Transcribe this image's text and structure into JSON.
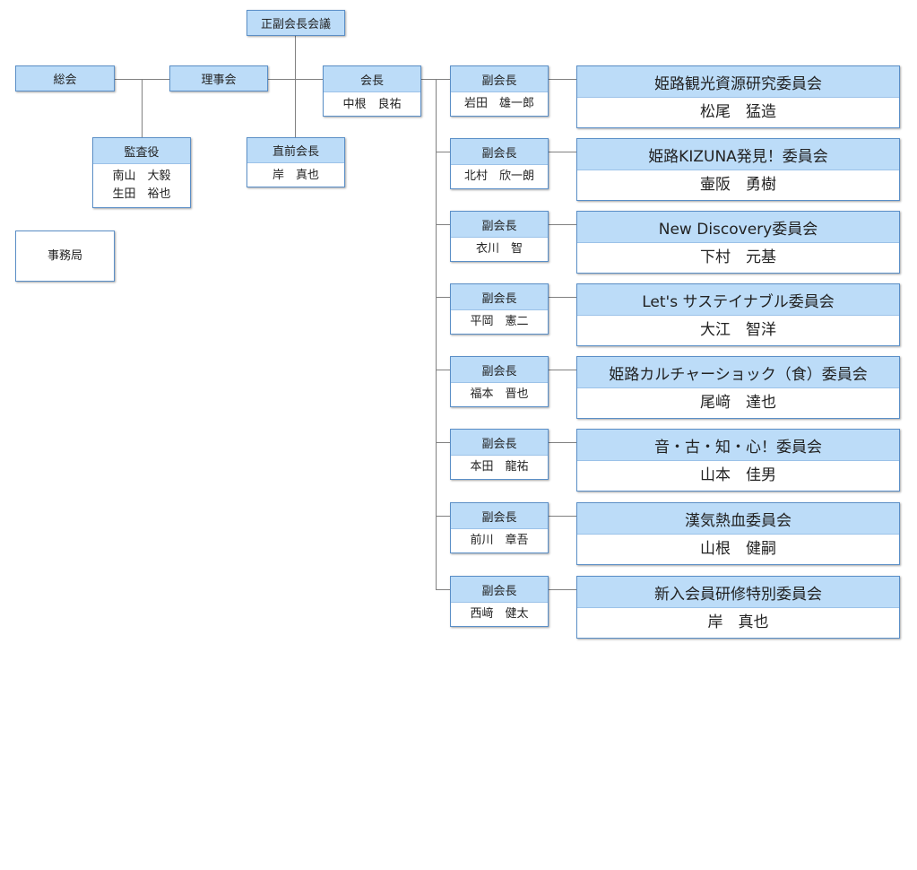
{
  "assembly": "正副会長会議",
  "general_meeting": "総会",
  "board": "理事会",
  "president": {
    "title": "会長",
    "name": "中根　良祐"
  },
  "auditor": {
    "title": "監査役",
    "names": [
      "南山　大毅",
      "生田　裕也"
    ]
  },
  "past_president": {
    "title": "直前会長",
    "name": "岸　真也"
  },
  "secretariat": "事務局",
  "vice_presidents": [
    {
      "title": "副会長",
      "name": "岩田　雄一郎",
      "committee": "姫路観光資源研究委員会",
      "chair": "松尾　猛造"
    },
    {
      "title": "副会長",
      "name": "北村　欣一朗",
      "committee": "姫路KIZUNA発見！委員会",
      "chair": "壷阪　勇樹"
    },
    {
      "title": "副会長",
      "name": "衣川　智",
      "committee": "New Discovery委員会",
      "chair": "下村　元基"
    },
    {
      "title": "副会長",
      "name": "平岡　憲二",
      "committee": "Let's サステイナブル委員会",
      "chair": "大江　智洋"
    },
    {
      "title": "副会長",
      "name": "福本　晋也",
      "committee": "姫路カルチャーショック（食）委員会",
      "chair": "尾﨑　達也"
    },
    {
      "title": "副会長",
      "name": "本田　龍祐",
      "committee": "音・古・知・心！委員会",
      "chair": "山本　佳男"
    },
    {
      "title": "副会長",
      "name": "前川　章吾",
      "committee": "漢気熱血委員会",
      "chair": "山根　健嗣"
    },
    {
      "title": "副会長",
      "name": "西﨑　健太",
      "committee": "新入会員研修特別委員会",
      "chair": "岸　真也"
    }
  ]
}
